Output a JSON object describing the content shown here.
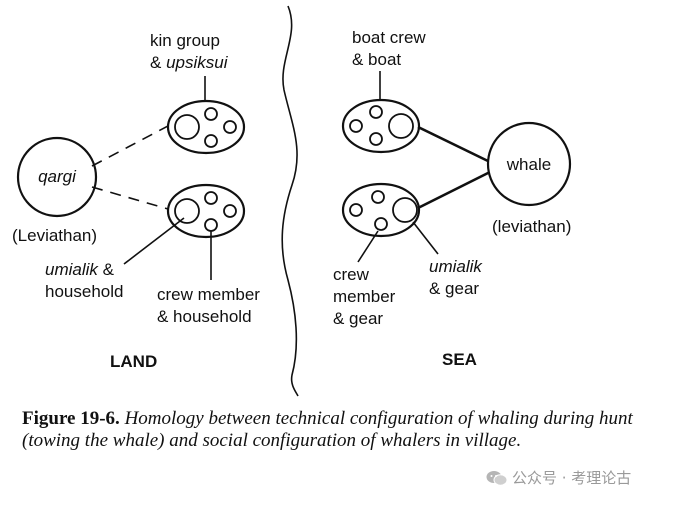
{
  "land": {
    "section_label": "LAND",
    "qargi": {
      "name": "qargi",
      "alias": "(Leviathan)"
    },
    "kin_group": {
      "line1": "kin group",
      "line2_prefix": "& ",
      "line2_italic": "upsiksui"
    },
    "umialik_household": {
      "line1_italic": "umialik",
      "line1_suffix": " &",
      "line2": "household"
    },
    "crew_household": {
      "line1": "crew member",
      "line2": "& household"
    }
  },
  "sea": {
    "section_label": "SEA",
    "boat_crew": {
      "line1": "boat crew",
      "line2": "& boat"
    },
    "whale": {
      "name": "whale",
      "alias": "(leviathan)"
    },
    "crew_gear": {
      "line1": "crew",
      "line2": "member",
      "line3": "& gear"
    },
    "umialik_gear": {
      "line1_italic": "umialik",
      "line2": "& gear"
    }
  },
  "caption": {
    "figure_label": "Figure 19-6.",
    "text": "Homology between technical configuration of whaling during hunt (towing the whale) and social configuration of whalers in village."
  },
  "watermark": {
    "text": "公众号 · 考理论古"
  }
}
